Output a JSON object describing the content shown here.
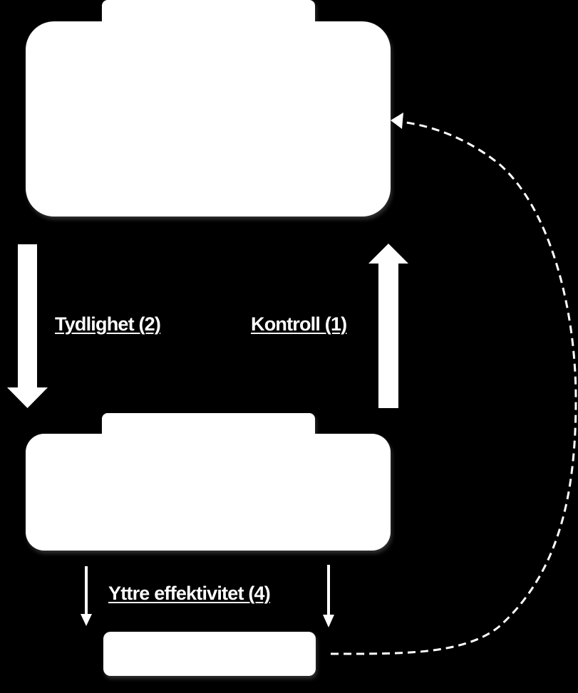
{
  "diagram": {
    "colors": {
      "background": "#000000",
      "box_fill": "#ffffff",
      "arrow_fill": "#ffffff",
      "dashed_line": "#ffffff"
    },
    "nodes": [
      {
        "id": "top-box",
        "label": ""
      },
      {
        "id": "middle-box",
        "label": ""
      },
      {
        "id": "bottom-box",
        "label": ""
      }
    ],
    "edges": [
      {
        "from": "top-box",
        "to": "middle-box",
        "label": "Tydlighet (2)",
        "style": "block-arrow"
      },
      {
        "from": "middle-box",
        "to": "top-box",
        "label": "Kontroll (1)",
        "style": "block-arrow"
      },
      {
        "from": "middle-box",
        "to": "bottom-box",
        "label": "Yttre effektivitet (4)",
        "style": "thin-arrows"
      },
      {
        "from": "bottom-box",
        "to": "top-box",
        "label": "",
        "style": "dashed-curve"
      }
    ]
  }
}
